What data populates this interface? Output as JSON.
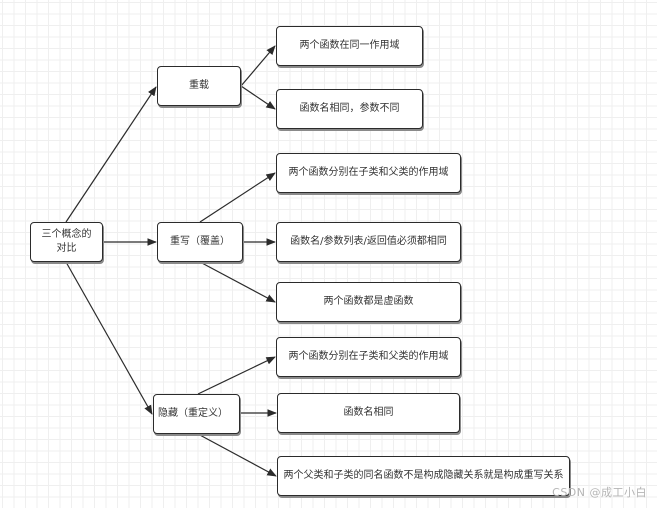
{
  "diagram": {
    "root": {
      "label": "三个概念的\n对比"
    },
    "branches": [
      {
        "label": "重载",
        "children": [
          "两个函数在同一作用域",
          "函数名相同，参数不同"
        ]
      },
      {
        "label": "重写（覆盖）",
        "children": [
          "两个函数分别在子类和父类的作用域",
          "函数名/参数列表/返回值必须都相同",
          "两个函数都是虚函数"
        ]
      },
      {
        "label": "隐藏（重定义）",
        "children": [
          "两个函数分别在子类和父类的作用域",
          "函数名相同",
          "两个父类和子类的同名函数不是构成隐藏关系就是构成重写关系"
        ]
      }
    ],
    "colors": {
      "stroke": "#2b2b2b",
      "grid": "#efefef",
      "text": "#333333"
    }
  },
  "watermark": "CSDN @成工小白"
}
